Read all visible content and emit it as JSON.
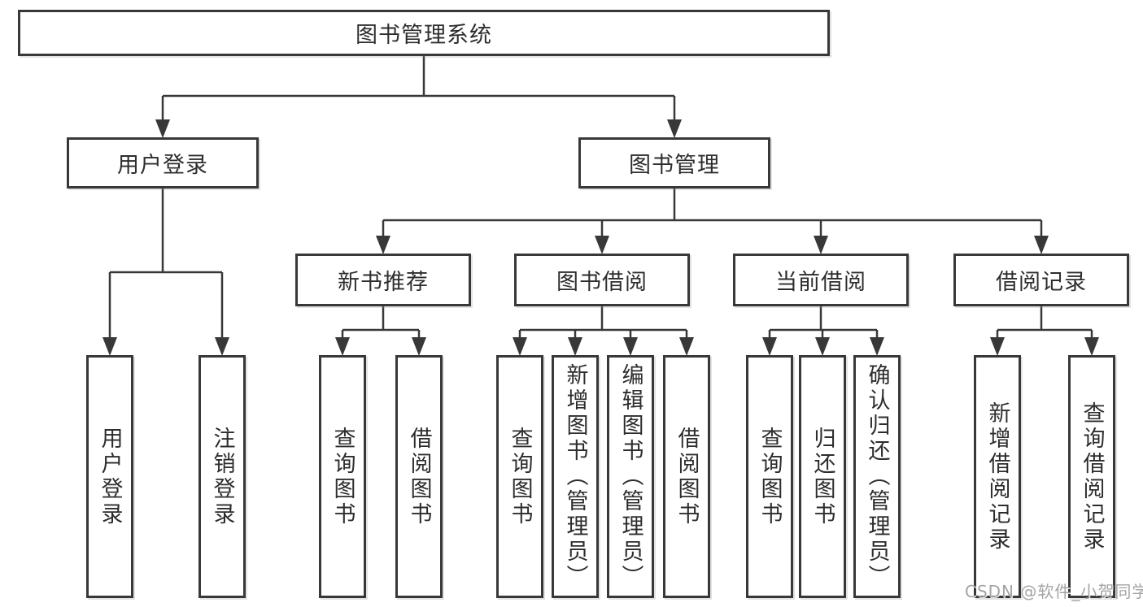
{
  "diagram": {
    "root": {
      "label": "图书管理系统"
    },
    "branches": [
      {
        "label": "用户登录",
        "children": [
          {
            "label": "用户登录"
          },
          {
            "label": "注销登录"
          }
        ]
      },
      {
        "label": "图书管理",
        "children": [
          {
            "label": "新书推荐",
            "children": [
              {
                "label": "查询图书"
              },
              {
                "label": "借阅图书"
              }
            ]
          },
          {
            "label": "图书借阅",
            "children": [
              {
                "label": "查询图书"
              },
              {
                "label": "新增图书（管理员）"
              },
              {
                "label": "编辑图书（管理员）"
              },
              {
                "label": "借阅图书"
              }
            ]
          },
          {
            "label": "当前借阅",
            "children": [
              {
                "label": "查询图书"
              },
              {
                "label": "归还图书"
              },
              {
                "label": "确认归还（管理员）"
              }
            ]
          },
          {
            "label": "借阅记录",
            "children": [
              {
                "label": "新增借阅记录"
              },
              {
                "label": "查询借阅记录"
              }
            ]
          }
        ]
      }
    ],
    "watermark": "CSDN @软件_小贺同学",
    "colors": {
      "line": "#383838",
      "text": "#2d2d2d",
      "watermark": "#a4a4a4",
      "background": "#ffffff"
    }
  }
}
